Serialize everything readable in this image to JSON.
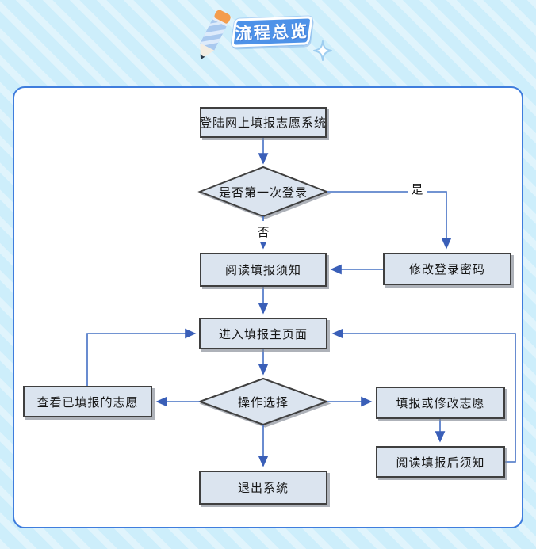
{
  "page": {
    "background_base": "#cdeefb",
    "background_stripe": "#e3f6fe"
  },
  "header": {
    "badge_label": "流程总览",
    "badge_color": "#4e92e8"
  },
  "flowchart": {
    "line_color": "#4470c4",
    "node_fill": "#dbe4ef",
    "node_border": "#3f3f3f",
    "edge_labels": {
      "yes": "是",
      "no": "否"
    },
    "nodes": [
      {
        "id": "login",
        "type": "process",
        "label": "登陆网上填报志愿系统"
      },
      {
        "id": "first-login",
        "type": "decision",
        "label": "是否第一次登录"
      },
      {
        "id": "change-password",
        "type": "process",
        "label": "修改登录密码"
      },
      {
        "id": "read-notice",
        "type": "process",
        "label": "阅读填报须知"
      },
      {
        "id": "main-page",
        "type": "process",
        "label": "进入填报主页面"
      },
      {
        "id": "operation-select",
        "type": "decision",
        "label": "操作选择"
      },
      {
        "id": "view-filled",
        "type": "process",
        "label": "查看已填报的志愿"
      },
      {
        "id": "fill-or-modify",
        "type": "process",
        "label": "填报或修改志愿"
      },
      {
        "id": "read-after-notice",
        "type": "process",
        "label": "阅读填报后须知"
      },
      {
        "id": "exit-system",
        "type": "process",
        "label": "退出系统"
      }
    ]
  }
}
